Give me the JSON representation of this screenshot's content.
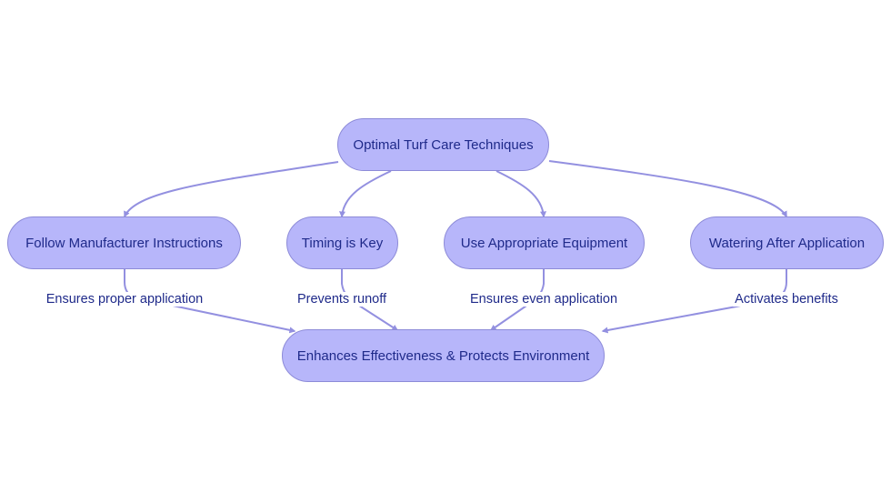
{
  "diagram": {
    "root": {
      "label": "Optimal Turf Care Techniques"
    },
    "practices": [
      {
        "label": "Follow Manufacturer Instructions",
        "outcome_label": "Ensures proper application"
      },
      {
        "label": "Timing is Key",
        "outcome_label": "Prevents runoff"
      },
      {
        "label": "Use Appropriate Equipment",
        "outcome_label": "Ensures even application"
      },
      {
        "label": "Watering After Application",
        "outcome_label": "Activates benefits"
      }
    ],
    "result": {
      "label": "Enhances Effectiveness & Protects Environment"
    }
  },
  "colors": {
    "node_fill": "#b7b6fa",
    "node_border": "#8d8bd8",
    "edge": "#9390e0",
    "text": "#1f2a8a",
    "background": "#ffffff"
  }
}
